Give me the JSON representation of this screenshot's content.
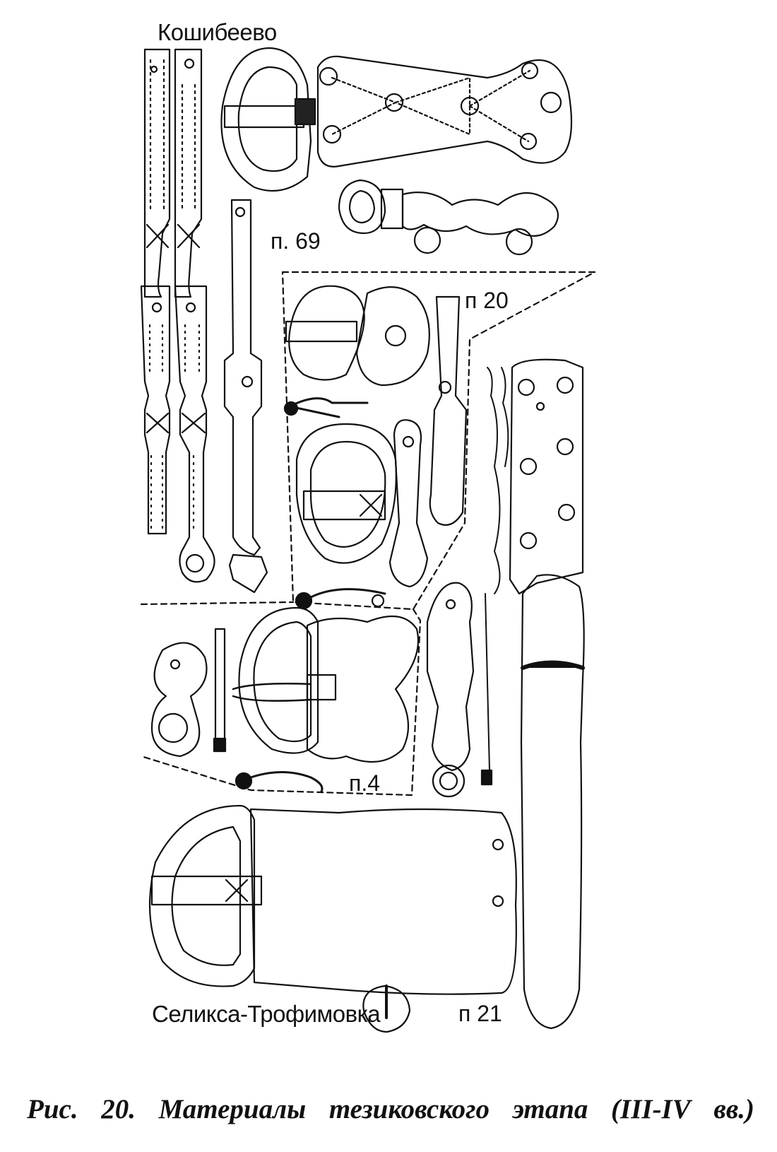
{
  "figure": {
    "site_labels": [
      "Кошибеево",
      "Селикса-Трофимовка"
    ],
    "grave_labels": [
      "п. 69",
      "п 20",
      "п.4",
      "п 21"
    ],
    "caption_words": [
      "Рис.",
      "20.",
      "Материалы",
      "тезиковского",
      "этапа",
      "(III-IV",
      "вв.)"
    ]
  }
}
